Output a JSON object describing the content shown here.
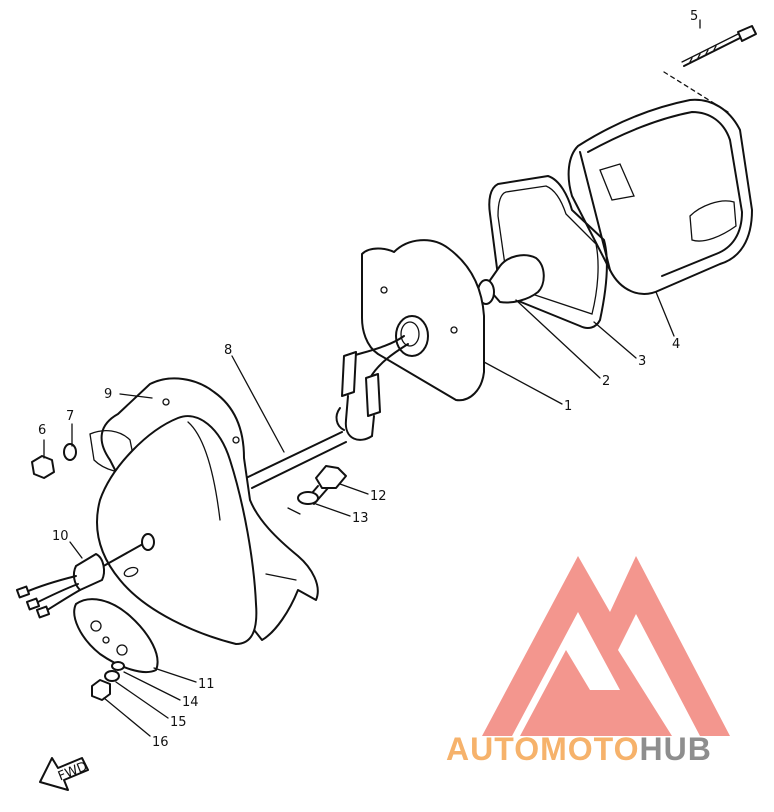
{
  "diagram": {
    "callouts": [
      "1",
      "2",
      "3",
      "4",
      "5",
      "6",
      "7",
      "8",
      "9",
      "10",
      "11",
      "12",
      "13",
      "14",
      "15",
      "16"
    ],
    "direction_label": "FWD"
  },
  "watermark": {
    "auto": "AUTO",
    "moto": "MOTO",
    "hub": "HUB",
    "colors": {
      "logo": "#f28b82",
      "auto": "#f6b26b",
      "moto": "#f6b26b",
      "hub": "#8e8e8e"
    }
  }
}
